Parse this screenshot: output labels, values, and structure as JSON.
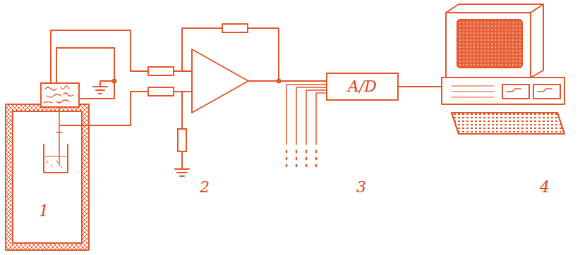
{
  "diagram": {
    "nodes": [
      {
        "text": [
          "A/D"
        ]
      }
    ],
    "labels": [
      "1",
      "2",
      "3",
      "4"
    ]
  }
}
